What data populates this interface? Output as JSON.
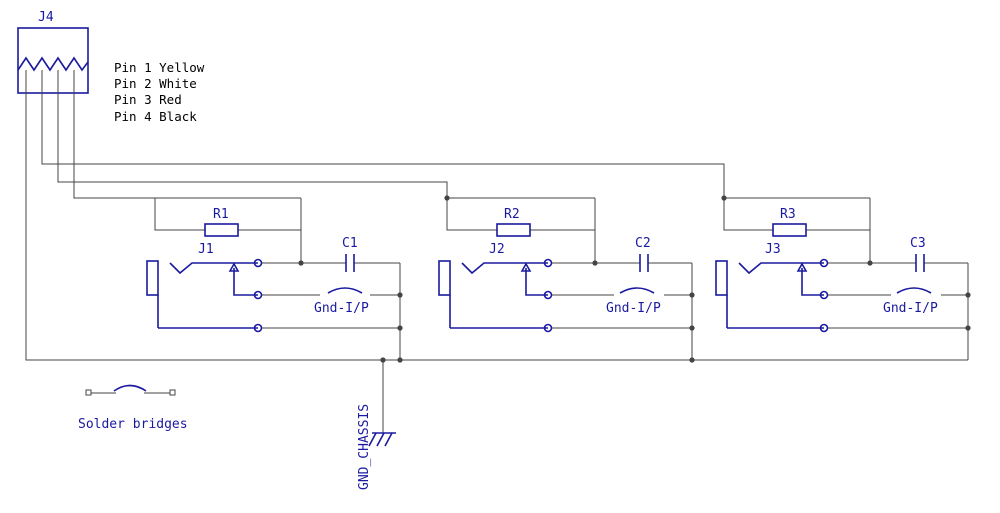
{
  "connector": {
    "ref": "J4"
  },
  "pin_notes": [
    "Pin 1 Yellow",
    "Pin 2 White",
    "Pin 3 Red",
    "Pin 4 Black"
  ],
  "channels": [
    {
      "resistor": "R1",
      "jack": "J1",
      "capacitor": "C1",
      "bridge": "Gnd-I/P"
    },
    {
      "resistor": "R2",
      "jack": "J2",
      "capacitor": "C2",
      "bridge": "Gnd-I/P"
    },
    {
      "resistor": "R3",
      "jack": "J3",
      "capacitor": "C3",
      "bridge": "Gnd-I/P"
    }
  ],
  "legend": {
    "solder_bridges": "Solder bridges"
  },
  "ground": {
    "label": "GND_CHASSIS"
  }
}
